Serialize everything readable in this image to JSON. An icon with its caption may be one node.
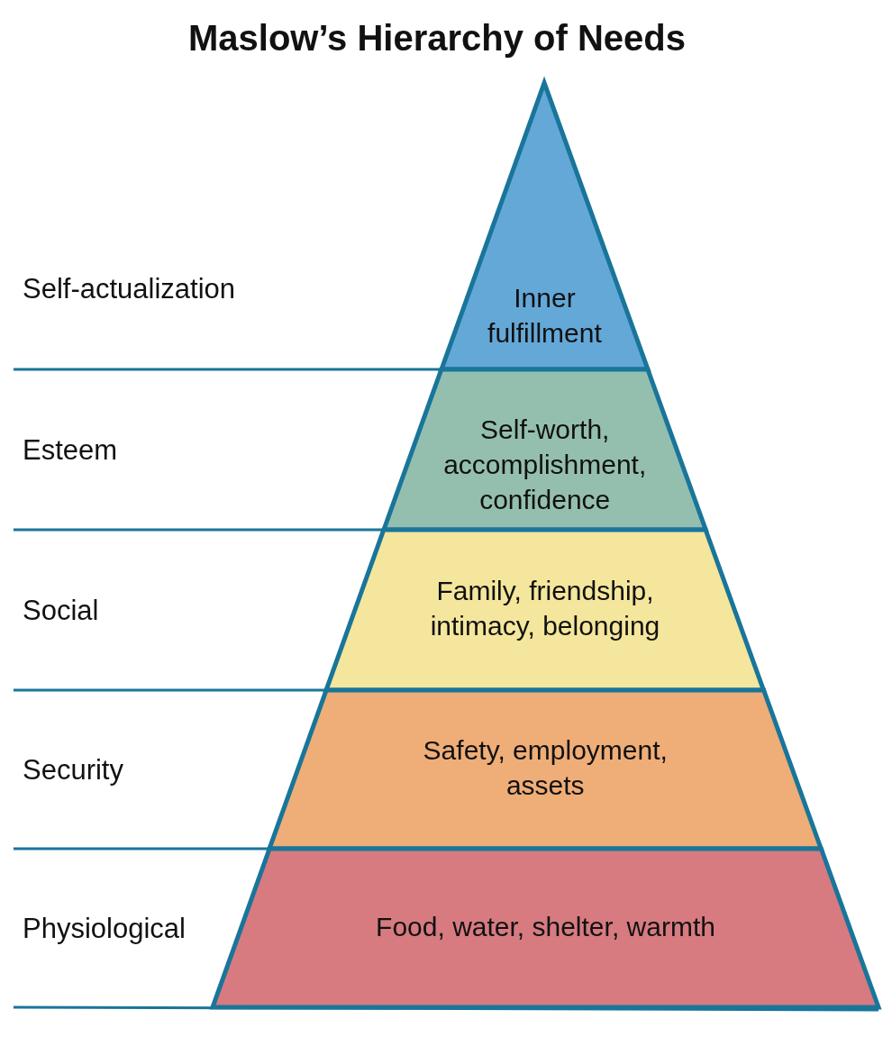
{
  "diagram": {
    "title": "Maslow’s Hierarchy of Needs",
    "nodes": [
      {
        "text": [
          "Inner fulfillment"
        ]
      },
      {
        "text": [
          "Self-worth, accomplishment, confidence"
        ]
      },
      {
        "text": [
          "Family, friendship, intimacy, belonging"
        ]
      },
      {
        "text": [
          "Safety, employment, assets"
        ]
      },
      {
        "text": [
          "Food, water, shelter, warmth"
        ]
      }
    ],
    "labels": [
      "Self-actualization",
      "Esteem",
      "Social",
      "Security",
      "Physiological"
    ]
  }
}
